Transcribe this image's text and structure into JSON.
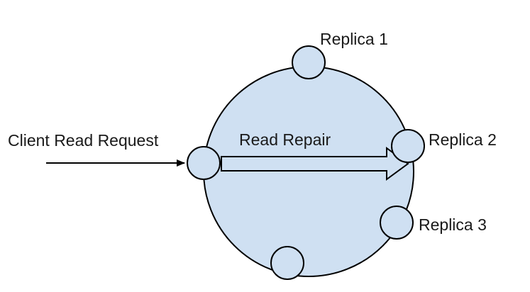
{
  "diagram": {
    "labels": {
      "client_read_request": "Client Read Request",
      "read_repair": "Read Repair",
      "replica_1": "Replica 1",
      "replica_2": "Replica 2",
      "replica_3": "Replica 3"
    },
    "colors": {
      "ring_fill": "#cfe0f2",
      "node_fill": "#cfe0f2",
      "stroke": "#000000",
      "background": "#ffffff"
    }
  }
}
